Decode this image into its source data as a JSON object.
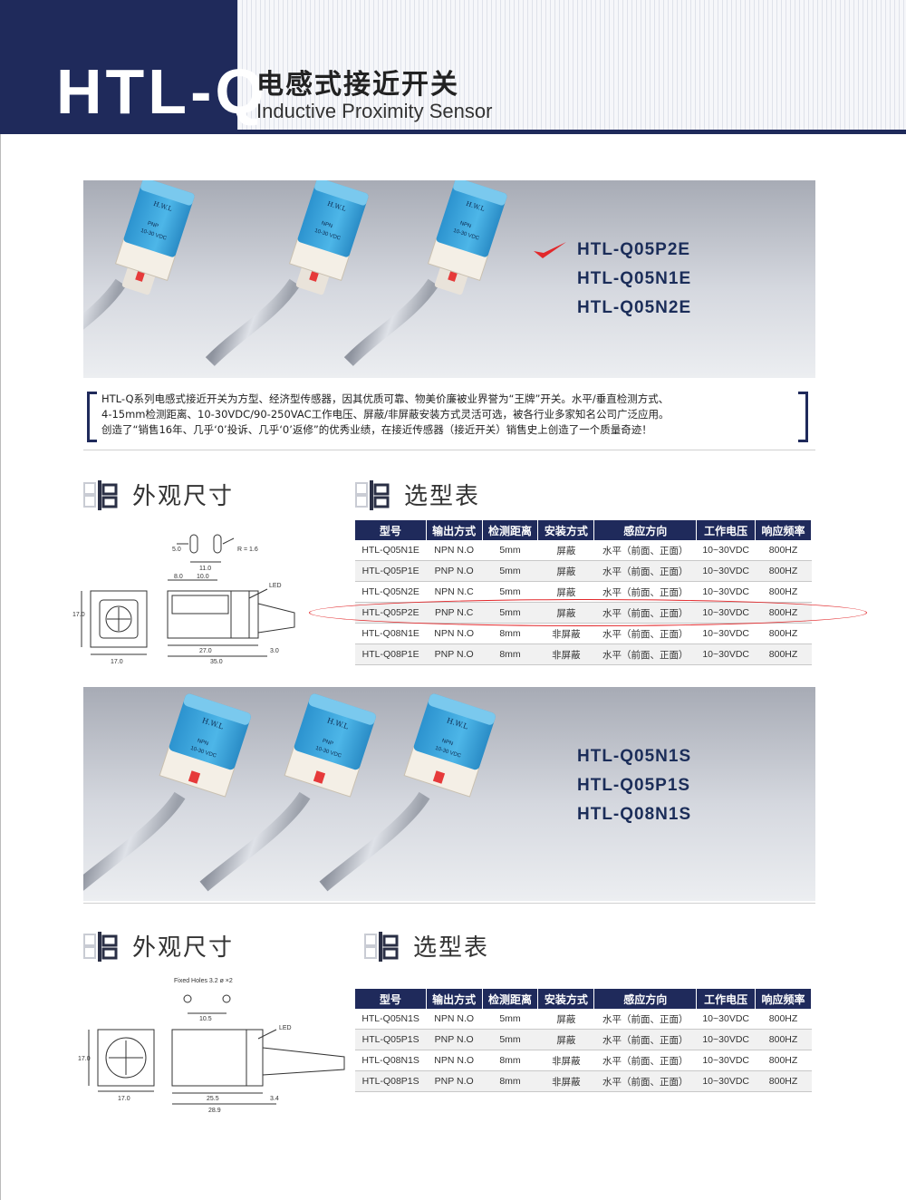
{
  "header": {
    "brand": "HTL-Q",
    "title_cn": "电感式接近开关",
    "title_en": "Inductive Proximity Sensor"
  },
  "sensor_label": {
    "brand": "H.W.L",
    "types": [
      "NPN",
      "PNP",
      "NPN"
    ],
    "voltage": "10-30 VDC"
  },
  "banner1": {
    "models": [
      "HTL-Q05P2E",
      "HTL-Q05N1E",
      "HTL-Q05N2E"
    ],
    "checked": "HTL-Q05P2E"
  },
  "description": {
    "lines": [
      "HTL-Q系列电感式接近开关为方型、经济型传感器，因其优质可靠、物美价廉被业界誉为“王牌”开关。水平/垂直检测方式、",
      "4-15mm检测距离、10-30VDC/90-250VAC工作电压、屏蔽/非屏蔽安装方式灵活可选，被各行业多家知名公司广泛应用。",
      "创造了“销售16年、几乎‘0’投诉、几乎‘0’返修”的优秀业绩，在接近传感器（接近开关）销售史上创造了一个质量奇迹！"
    ]
  },
  "section1": {
    "dims_title": "外观尺寸",
    "table_title": "选型表"
  },
  "drawing1": {
    "labels": [
      "5.0",
      "R = 1.6",
      "11.0",
      "8.0",
      "10.0",
      "LED",
      "17.0",
      "17.0",
      "27.0",
      "3.0",
      "35.0"
    ]
  },
  "table1": {
    "headers": [
      "型号",
      "输出方式",
      "检测距离",
      "安装方式",
      "感应方向",
      "工作电压",
      "响应频率"
    ],
    "rows": [
      [
        "HTL-Q05N1E",
        "NPN N.O",
        "5mm",
        "屏蔽",
        "水平（前面、正面）",
        "10~30VDC",
        "800HZ"
      ],
      [
        "HTL-Q05P1E",
        "PNP N.O",
        "5mm",
        "屏蔽",
        "水平（前面、正面）",
        "10~30VDC",
        "800HZ"
      ],
      [
        "HTL-Q05N2E",
        "NPN N.C",
        "5mm",
        "屏蔽",
        "水平（前面、正面）",
        "10~30VDC",
        "800HZ"
      ],
      [
        "HTL-Q05P2E",
        "PNP N.C",
        "5mm",
        "屏蔽",
        "水平（前面、正面）",
        "10~30VDC",
        "800HZ"
      ],
      [
        "HTL-Q08N1E",
        "NPN N.O",
        "8mm",
        "非屏蔽",
        "水平（前面、正面）",
        "10~30VDC",
        "800HZ"
      ],
      [
        "HTL-Q08P1E",
        "PNP N.O",
        "8mm",
        "非屏蔽",
        "水平（前面、正面）",
        "10~30VDC",
        "800HZ"
      ]
    ],
    "highlighted_row": "HTL-Q05P2E"
  },
  "banner2": {
    "models": [
      "HTL-Q05N1S",
      "HTL-Q05P1S",
      "HTL-Q08N1S"
    ]
  },
  "section2": {
    "dims_title": "外观尺寸",
    "table_title": "选型表"
  },
  "drawing2": {
    "labels": [
      "Fixed Holes  3.2  ø ×2",
      "10.5",
      "LED",
      "17.0",
      "17.0",
      "25.5",
      "3.4",
      "28.9"
    ]
  },
  "table2": {
    "headers": [
      "型号",
      "输出方式",
      "检测距离",
      "安装方式",
      "感应方向",
      "工作电压",
      "响应频率"
    ],
    "rows": [
      [
        "HTL-Q05N1S",
        "NPN N.O",
        "5mm",
        "屏蔽",
        "水平（前面、正面）",
        "10~30VDC",
        "800HZ"
      ],
      [
        "HTL-Q05P1S",
        "PNP N.O",
        "5mm",
        "屏蔽",
        "水平（前面、正面）",
        "10~30VDC",
        "800HZ"
      ],
      [
        "HTL-Q08N1S",
        "NPN N.O",
        "8mm",
        "非屏蔽",
        "水平（前面、正面）",
        "10~30VDC",
        "800HZ"
      ],
      [
        "HTL-Q08P1S",
        "PNP N.O",
        "8mm",
        "非屏蔽",
        "水平（前面、正面）",
        "10~30VDC",
        "800HZ"
      ]
    ]
  },
  "colors": {
    "navy": "#1f2a5b",
    "sensor_blue": "#34a6dc",
    "highlight_red": "#e2282b"
  }
}
